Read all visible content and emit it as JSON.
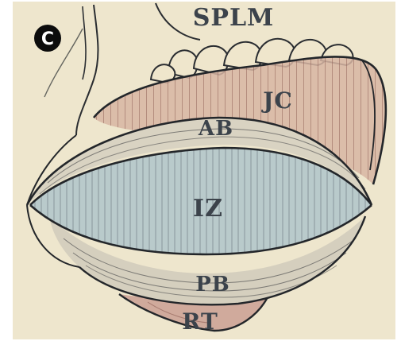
{
  "panel": {
    "letter": "C"
  },
  "labels": {
    "splm": "SPLM",
    "jc": "JC",
    "ab": "AB",
    "iz": "IZ",
    "pb": "PB",
    "rt": "RT"
  },
  "colors": {
    "paper": "#f1ead3",
    "jc_fill": "#d7b5a2",
    "ab_fill": "#d9d3c2",
    "iz_fill": "#b9cacb",
    "pb_fill": "#d5cfbe",
    "rt_fill": "#d0aa9c",
    "ink": "#23262a"
  }
}
